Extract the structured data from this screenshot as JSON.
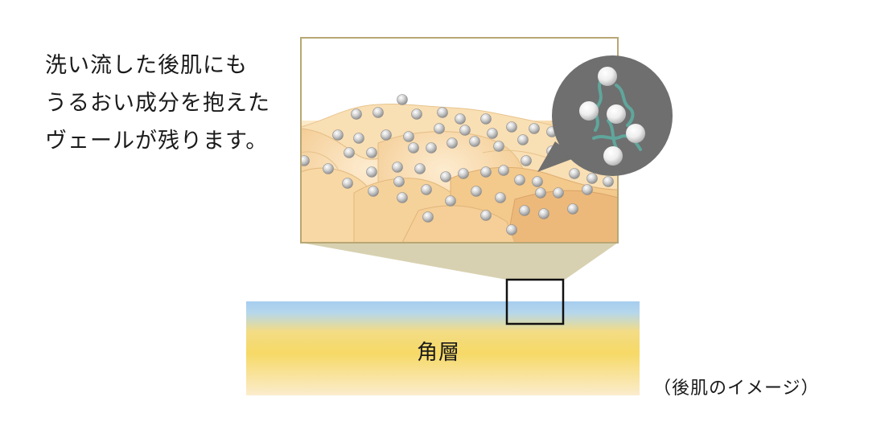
{
  "caption": {
    "lines": [
      "洗い流した後肌にも",
      "うるおい成分を抱えた",
      "ヴェールが残ります。"
    ]
  },
  "layer_label": "角層",
  "image_note": "（後肌のイメージ）",
  "colors": {
    "frame_border": "#b8a775",
    "skin_light": "#fbe6c2",
    "skin_mid": "#f3cc93",
    "skin_dark": "#e7ad6e",
    "funnel": "#d8d1b1",
    "zoom_bubble": "#6f6f6f",
    "fiber": "#5fa69c",
    "layer_top": "#a8d0ef",
    "layer_mid": "#f6dc73",
    "layer_bottom": "#fbe9c8",
    "particle": "#b9b9b9"
  },
  "icons": {
    "particle": "moisture-particle",
    "zoom_bubble": "magnifier-bubble",
    "fiber": "moisture-fiber"
  }
}
